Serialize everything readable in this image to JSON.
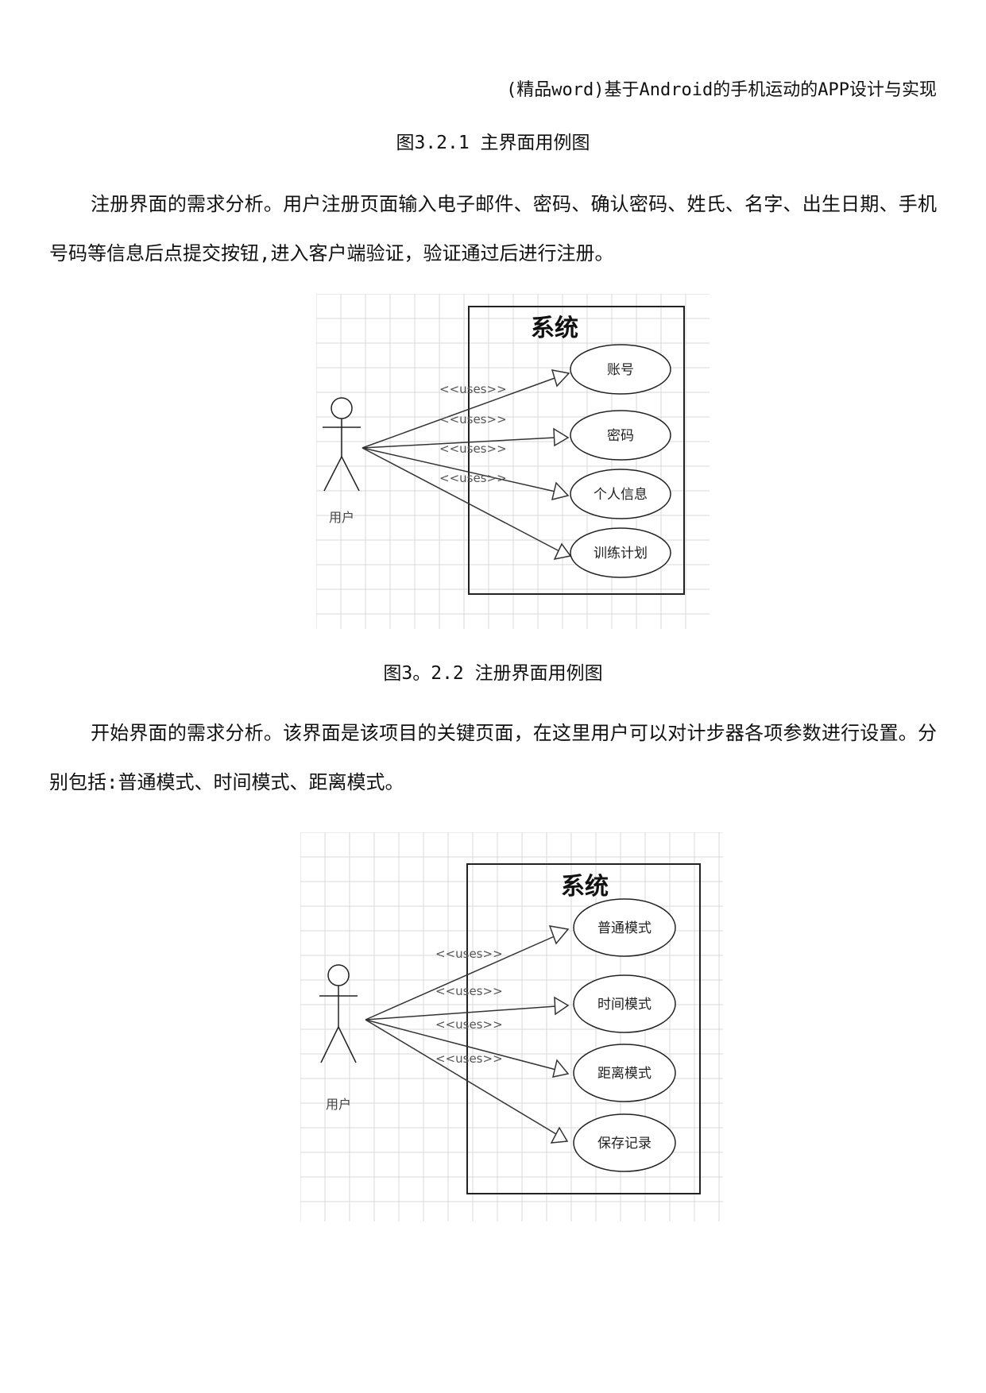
{
  "header": {
    "title": "(精品word)基于Android的手机运动的APP设计与实现"
  },
  "captions": {
    "fig_3_2_1": "图3.2.1 主界面用例图",
    "fig_3_2_2": "图3。2.2 注册界面用例图"
  },
  "paragraphs": {
    "register": "注册界面的需求分析。用户注册页面输入电子邮件、密码、确认密码、姓氏、名字、出生日期、手机号码等信息后点提交按钮,进入客户端验证，验证通过后进行注册。",
    "start": "开始界面的需求分析。该界面是该项目的关键页面，在这里用户可以对计步器各项参数进行设置。分别包括:普通模式、时间模式、距离模式。"
  },
  "diagrams": [
    {
      "system_title": "系统",
      "actor": "用户",
      "relation_label": "<<uses>>",
      "use_cases": [
        "账号",
        "密码",
        "个人信息",
        "训练计划"
      ]
    },
    {
      "system_title": "系统",
      "actor": "用户",
      "relation_label": "<<uses>>",
      "use_cases": [
        "普通模式",
        "时间模式",
        "距离模式",
        "保存记录"
      ]
    }
  ]
}
